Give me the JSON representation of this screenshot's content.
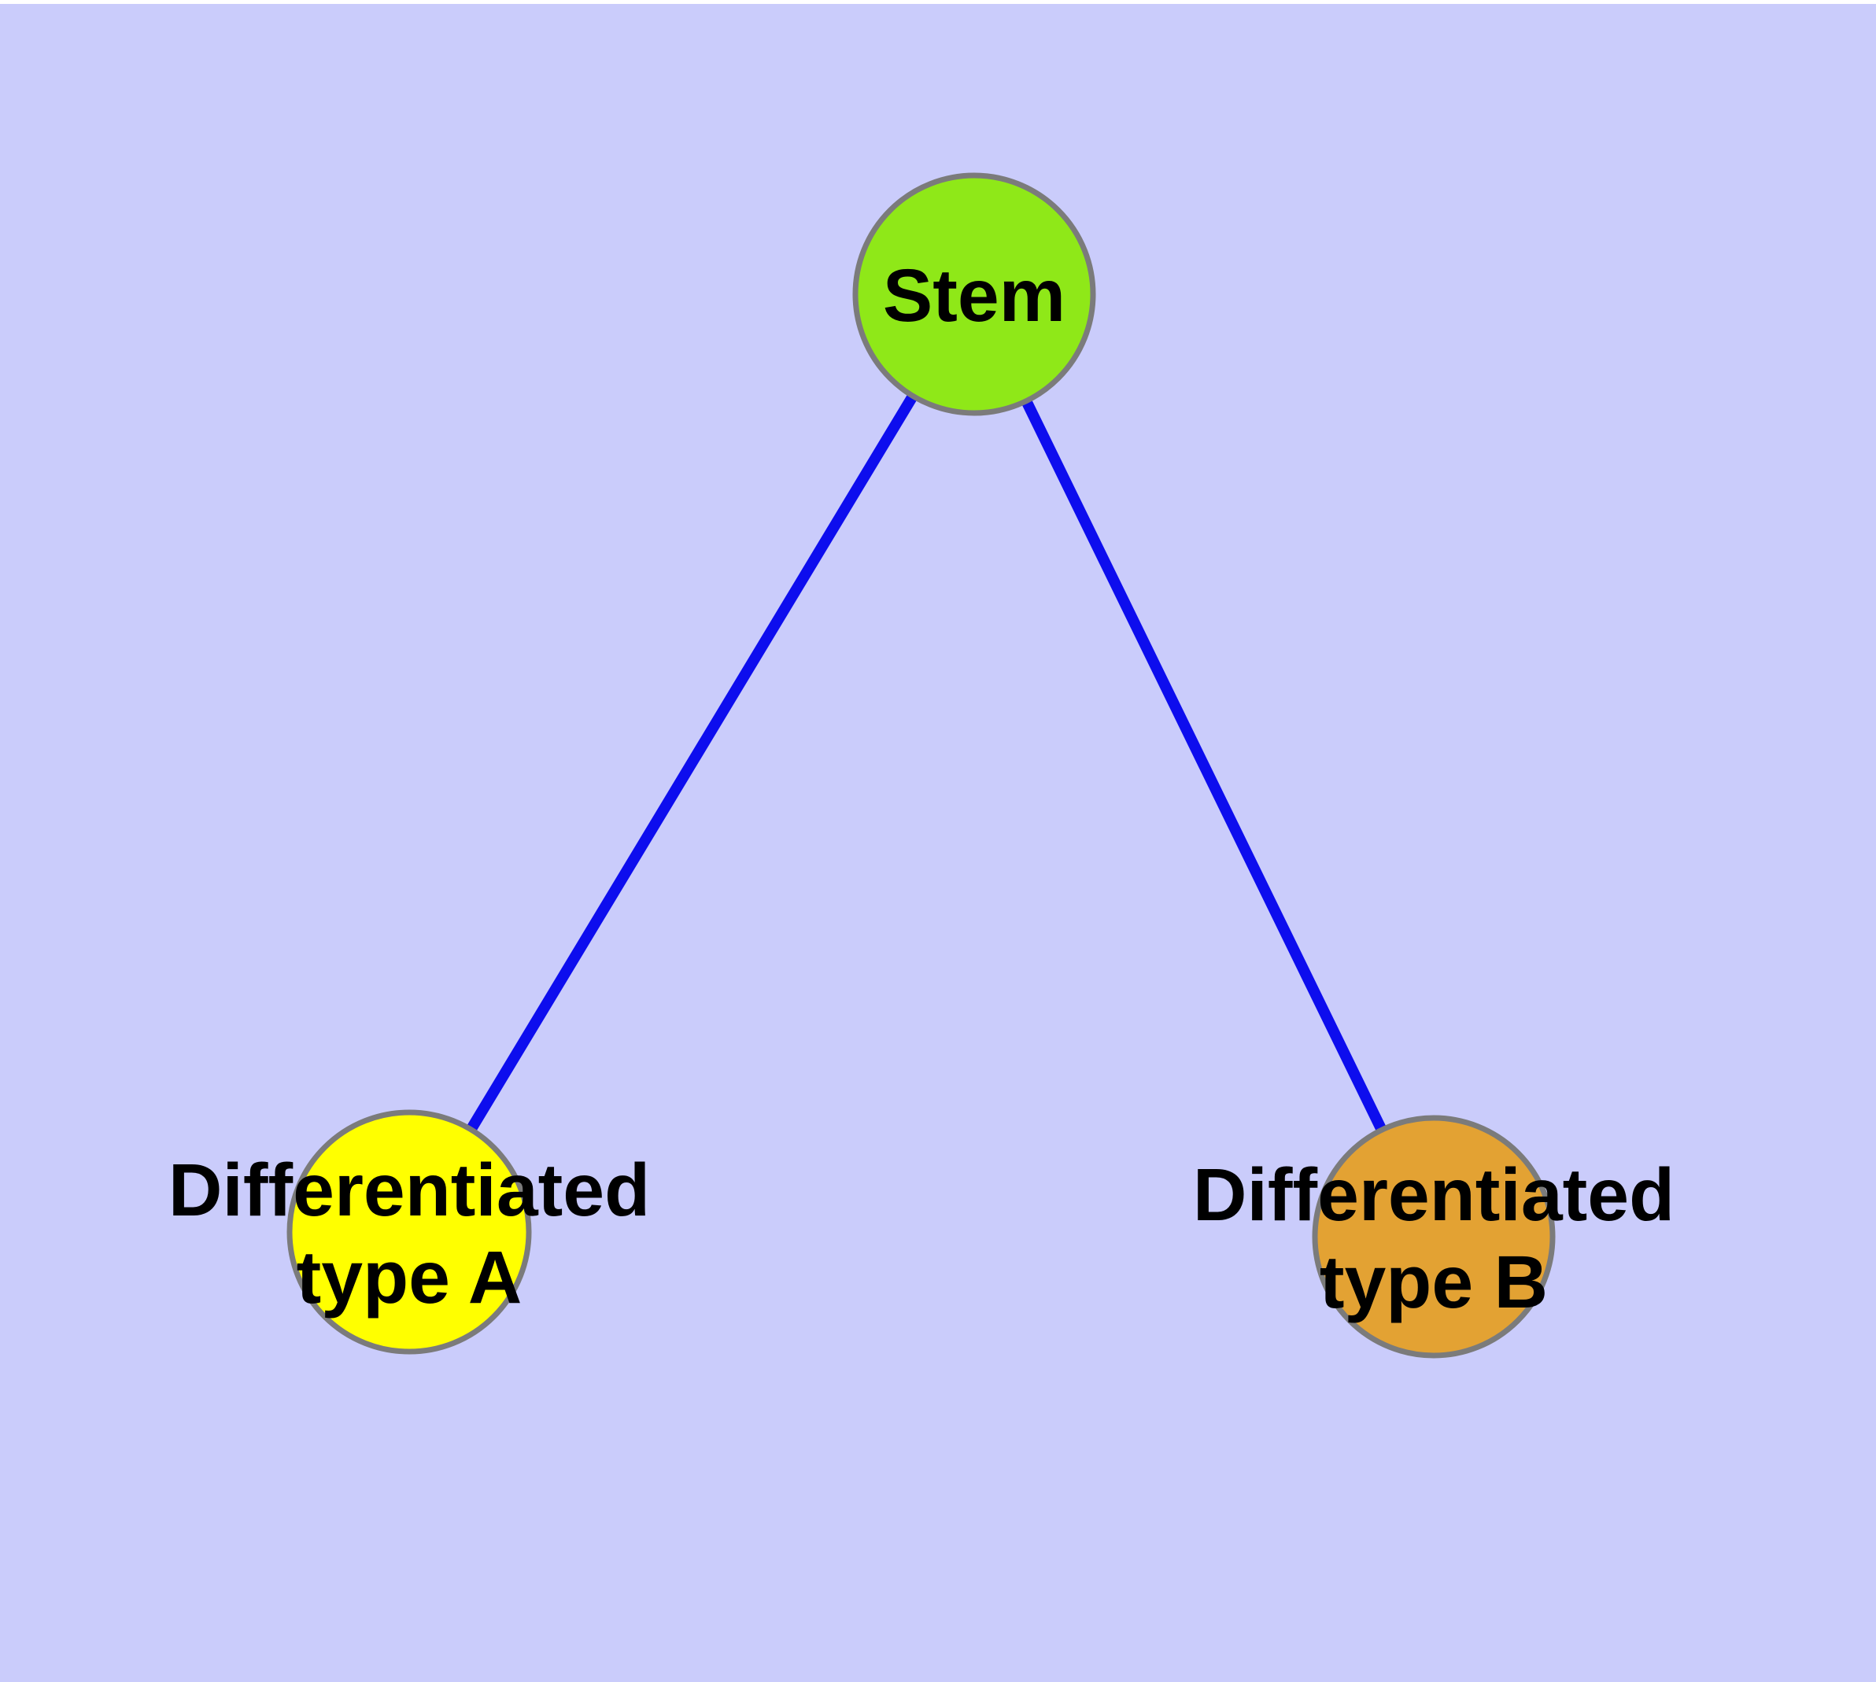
{
  "canvas": {
    "background_color": "#caccfb",
    "outer_border_color": "#ffffff"
  },
  "styles": {
    "node_stroke_color": "#7b7b7b",
    "edge_color": "#0d0dee",
    "label_color": "#000000"
  },
  "nodes": {
    "stem": {
      "label": "Stem",
      "fill": "#8fe818"
    },
    "type_a": {
      "label_line1": "Differentiated",
      "label_line2": "type A",
      "fill": "#ffff00"
    },
    "type_b": {
      "label_line1": "Differentiated",
      "label_line2": "type B",
      "fill": "#e3a233"
    }
  },
  "edges": [
    {
      "from": "stem",
      "to": "type_a"
    },
    {
      "from": "stem",
      "to": "type_b"
    }
  ]
}
